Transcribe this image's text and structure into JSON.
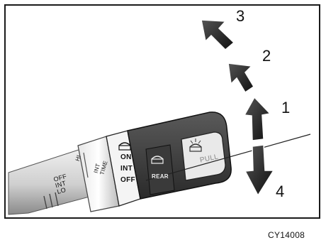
{
  "diagram": {
    "stalk_labels": {
      "lower_ring": [
        "OFF",
        "INT",
        "LO",
        "HI"
      ],
      "time_knob": [
        "INT",
        "TIME"
      ],
      "front_switch": [
        "ON",
        "INT",
        "OFF"
      ],
      "rear_washer": "REAR",
      "button": "PULL"
    },
    "positions": [
      "1",
      "2",
      "3",
      "4"
    ],
    "figure_code": "CY14008",
    "icons": [
      "rear-wiper-icon",
      "rear-wiper-icon",
      "washer-icon",
      "arrow-up-icon",
      "arrow-up-left-icon",
      "arrow-up-left-icon",
      "arrow-down-icon"
    ]
  }
}
